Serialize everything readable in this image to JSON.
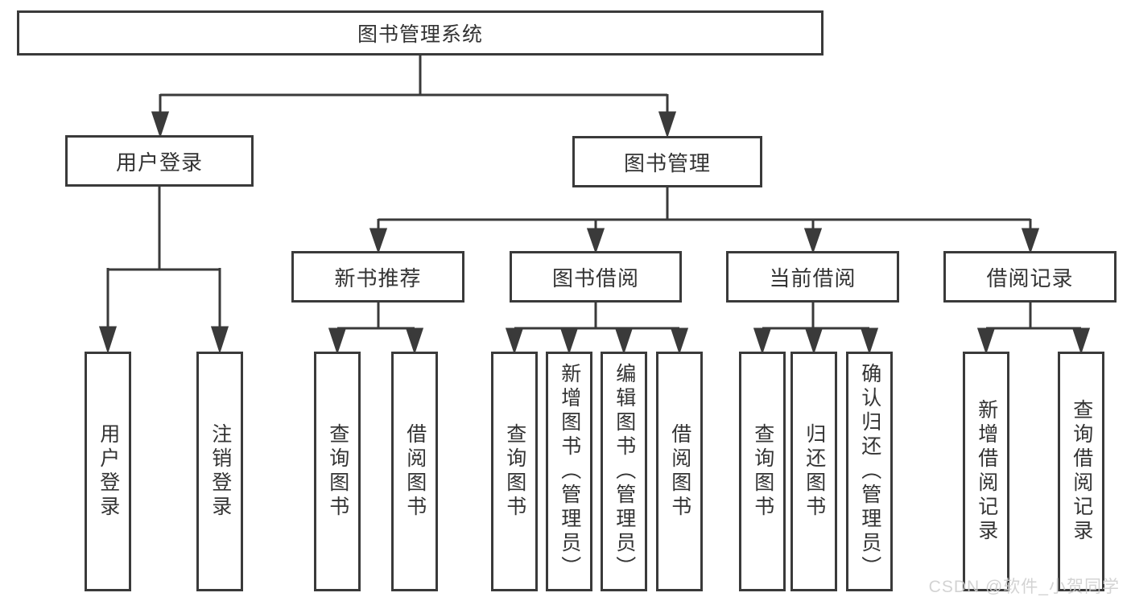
{
  "diagram_title": "图书管理系统",
  "tree": {
    "root": {
      "label": "图书管理系统",
      "children": [
        {
          "label": "用户登录",
          "children": [
            {
              "label": "用户登录"
            },
            {
              "label": "注销登录"
            }
          ]
        },
        {
          "label": "图书管理",
          "children": [
            {
              "label": "新书推荐",
              "children": [
                {
                  "label": "查询图书"
                },
                {
                  "label": "借阅图书"
                }
              ]
            },
            {
              "label": "图书借阅",
              "children": [
                {
                  "label": "查询图书"
                },
                {
                  "label": "新增图书（管理员）"
                },
                {
                  "label": "编辑图书（管理员）"
                },
                {
                  "label": "借阅图书"
                }
              ]
            },
            {
              "label": "当前借阅",
              "children": [
                {
                  "label": "查询图书"
                },
                {
                  "label": "归还图书"
                },
                {
                  "label": "确认归还（管理员）"
                }
              ]
            },
            {
              "label": "借阅记录",
              "children": [
                {
                  "label": "新增借阅记录"
                },
                {
                  "label": "查询借阅记录"
                }
              ]
            }
          ]
        }
      ]
    }
  },
  "watermark": {
    "text": "CSDN @软件_小贺同学"
  },
  "colors": {
    "line": "#3a3a3a",
    "box_border": "#3a3a3a",
    "text": "#333333",
    "background": "#ffffff",
    "watermark": "#cfcfcf"
  }
}
